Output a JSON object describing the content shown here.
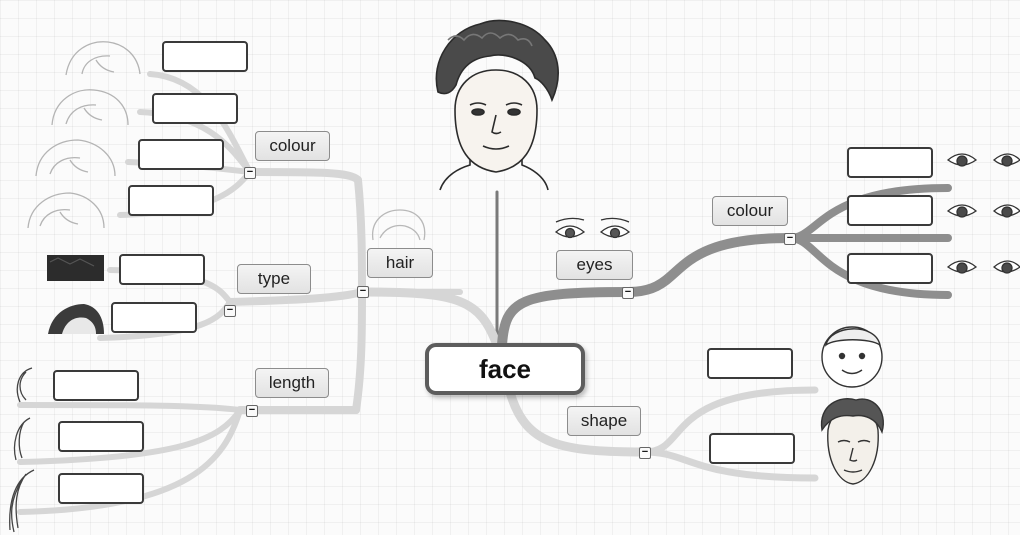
{
  "central_topic": "face",
  "branches": {
    "hair": {
      "label": "hair",
      "colour": {
        "label": "colour"
      },
      "type": {
        "label": "type"
      },
      "length": {
        "label": "length"
      }
    },
    "eyes": {
      "label": "eyes",
      "colour": {
        "label": "colour"
      }
    },
    "shape": {
      "label": "shape"
    }
  },
  "answer_box_value": "",
  "collapse_symbol": "−",
  "colors": {
    "link_light": "#d2d2d2",
    "link_dark": "#8e8e8e",
    "central_border": "#5d5d5d",
    "box_border": "#3a3a3a"
  }
}
